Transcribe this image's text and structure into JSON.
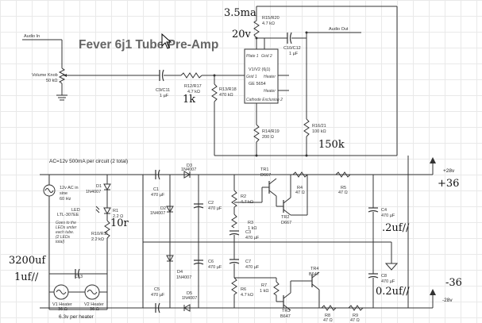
{
  "title": "Fever 6j1 Tube Pre-Amp",
  "notes": {
    "ac_spec": "AC=12v 500mA per circuit (2 total)",
    "hand_3_5ma": "3.5ma",
    "hand_20v": "20v",
    "hand_1k": "1k",
    "hand_150k": "150k",
    "hand_plus36": "+36",
    "hand_10r": "10r",
    "hand_3200uf": "3200uf",
    "hand_1uf": "1uf//",
    "hand_2uf": ".2uf//",
    "hand_minus36": "-36",
    "hand_02uf": "0.2uf//",
    "plus28": "+28v",
    "minus28": "-28v",
    "heater_supply": "6.3v per heater",
    "led_note": [
      "Goes to the",
      "LEDs under",
      "each tube.",
      "(2 LEDs",
      "total)"
    ]
  },
  "io": {
    "audio_in": "Audio In",
    "audio_out": "Audio Out"
  },
  "components": {
    "volume_knob": [
      "Volume Knob",
      "50 kΩ"
    ],
    "c9": [
      "C9/C11",
      "1 µF"
    ],
    "r12": [
      "R12/R17",
      "4.7 kΩ"
    ],
    "r13": [
      "R13/R18",
      "470 kΩ"
    ],
    "r15": [
      "R15/R20",
      "4.7 kΩ"
    ],
    "c10": [
      "C10/C12",
      "1 µF"
    ],
    "r14": [
      "R14/R19",
      "200 Ω"
    ],
    "r16": [
      "R16/21",
      "100 kΩ"
    ],
    "tube": {
      "name": "V1/V2 (6j1)",
      "part": "GE 5654",
      "plate1": "Plate 1",
      "grid2": "Grid 2",
      "grid1": "Grid 1",
      "heater_top": "Heater",
      "heater_bot": "Heater",
      "cathode": "Cathode Exclusion 2"
    },
    "ac_source": [
      "12v AC in",
      "sine",
      "60 Hz"
    ],
    "d1": [
      "D1",
      "1N4007"
    ],
    "led": [
      "LED",
      "LTL-307EE"
    ],
    "r1": [
      "R1",
      "2.2 Ω"
    ],
    "r10": [
      "R10/R11",
      "2.2 kΩ"
    ],
    "c13": "C13",
    "v1h": [
      "V1 Heater",
      "36 Ω"
    ],
    "v2h": [
      "V2 Heater",
      "36 Ω"
    ],
    "d3": [
      "D3",
      "1N4007"
    ],
    "c1": [
      "C1",
      "470 µF"
    ],
    "d2": [
      "D2",
      "1N4007"
    ],
    "c2": [
      "C2",
      "470 µF"
    ],
    "r2": [
      "R2",
      "4.7 kΩ"
    ],
    "tr1": [
      "TR1",
      "D667"
    ],
    "tr2": [
      "TR2",
      "D667"
    ],
    "r3": [
      "R3",
      "1 kΩ"
    ],
    "c3": [
      "C3",
      "470 µF"
    ],
    "r4": [
      "R4",
      "47 Ω"
    ],
    "r5": [
      "R5",
      "47 Ω"
    ],
    "c4": [
      "C4",
      "470 µF"
    ],
    "c6": [
      "C6",
      "470 µF"
    ],
    "c7": [
      "C7",
      "470 µF"
    ],
    "d4": [
      "D4",
      "1N4007"
    ],
    "c5": [
      "C5",
      "470 µF"
    ],
    "d5": [
      "D5",
      "1N4007"
    ],
    "r6": [
      "R6",
      "4.7 kΩ"
    ],
    "r7": [
      "R7",
      "1 kΩ"
    ],
    "tr3": [
      "TR3",
      "B647"
    ],
    "tr4": [
      "TR4",
      "B647"
    ],
    "c8": [
      "C8",
      "470 µF"
    ],
    "r8": [
      "R8",
      "47 Ω"
    ],
    "r9": [
      "R9",
      "47 Ω"
    ]
  }
}
